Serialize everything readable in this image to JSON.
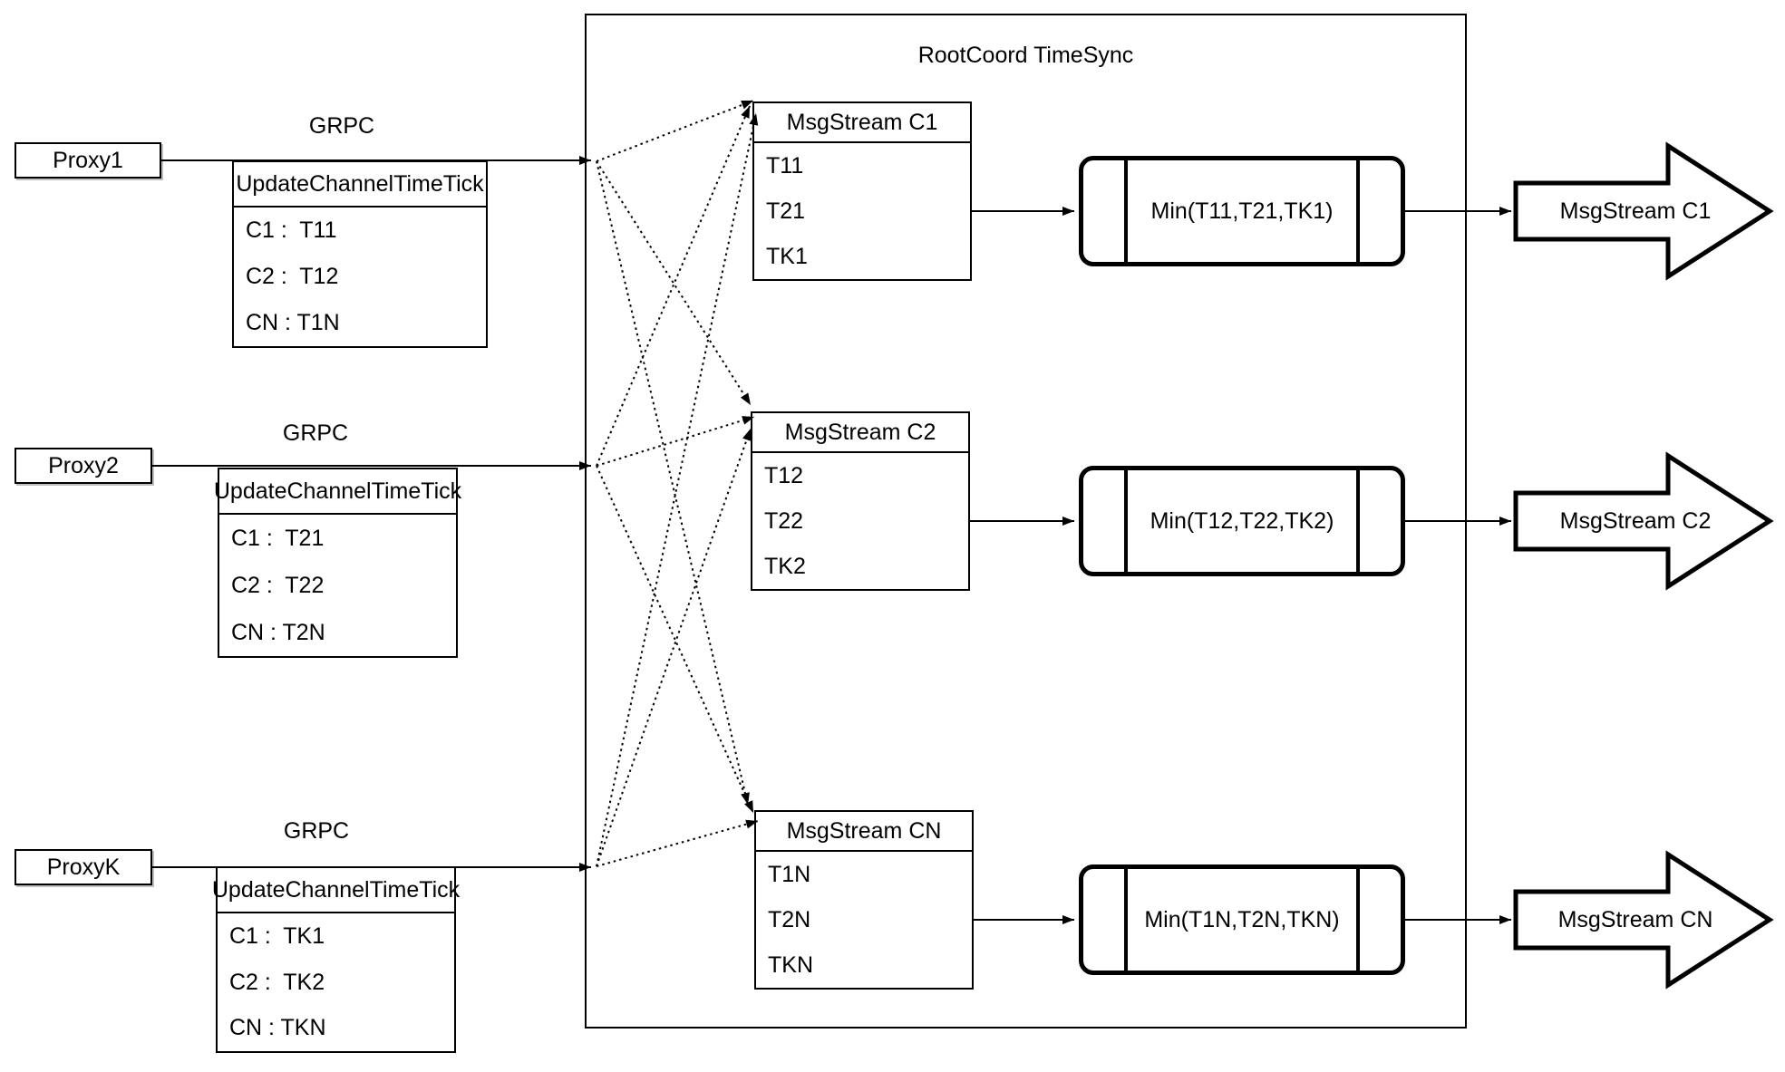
{
  "title": "RootCoord TimeSync",
  "colors": {
    "line": "#000000",
    "background": "#ffffff"
  },
  "proxies": [
    {
      "name": "Proxy1",
      "protocol": "GRPC",
      "request": {
        "title": "UpdateChannelTimeTick",
        "rows": [
          "C1 :  T11",
          "C2 :  T12",
          "CN : T1N"
        ]
      }
    },
    {
      "name": "Proxy2",
      "protocol": "GRPC",
      "request": {
        "title": "UpdateChannelTimeTick",
        "rows": [
          "C1 :  T21",
          "C2 :  T22",
          "CN : T2N"
        ]
      }
    },
    {
      "name": "ProxyK",
      "protocol": "GRPC",
      "request": {
        "title": "UpdateChannelTimeTick",
        "rows": [
          "C1 :  TK1",
          "C2 :  TK2",
          "CN : TKN"
        ]
      }
    }
  ],
  "streams": [
    {
      "title": "MsgStream C1",
      "ticks": [
        "T11",
        "T21",
        "TK1"
      ],
      "min": "Min(T11,T21,TK1)",
      "output": "MsgStream C1"
    },
    {
      "title": "MsgStream C2",
      "ticks": [
        "T12",
        "T22",
        "TK2"
      ],
      "min": "Min(T12,T22,TK2)",
      "output": "MsgStream C2"
    },
    {
      "title": "MsgStream CN",
      "ticks": [
        "T1N",
        "T2N",
        "TKN"
      ],
      "min": "Min(T1N,T2N,TKN)",
      "output": "MsgStream CN"
    }
  ]
}
